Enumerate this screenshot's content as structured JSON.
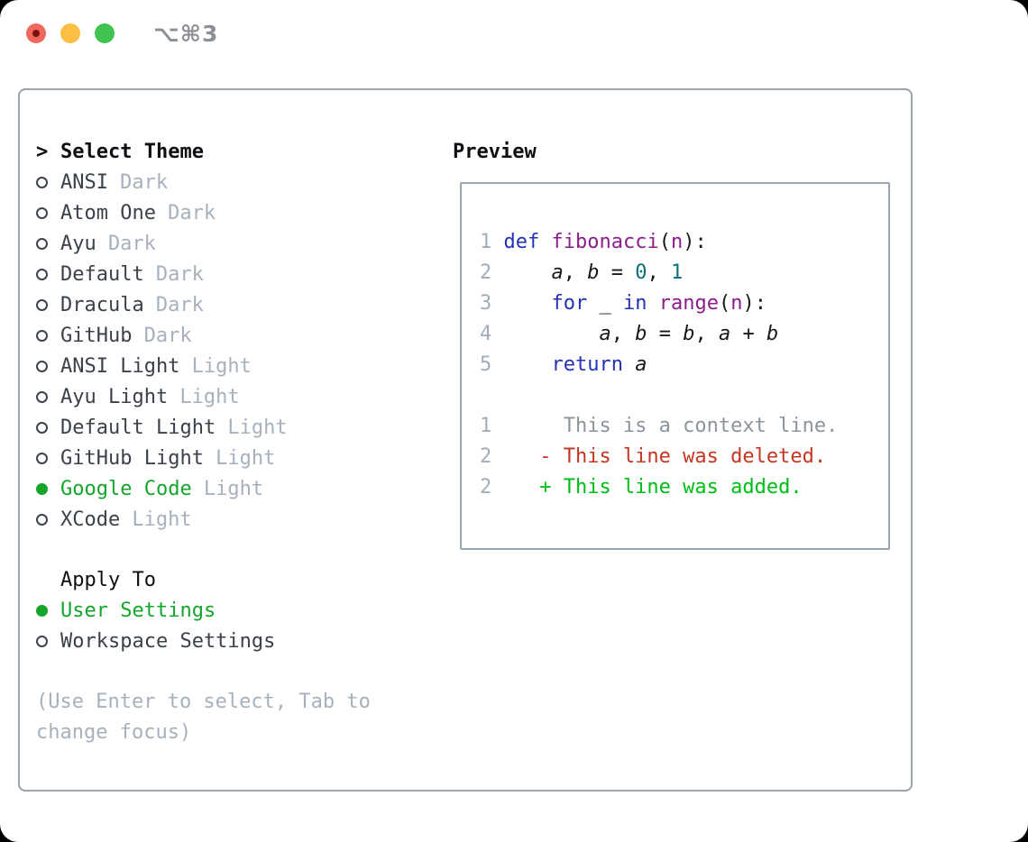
{
  "window": {
    "shortcut": "⌥⌘3"
  },
  "theme_selector": {
    "header_marker": ">",
    "header": "Select Theme",
    "items": [
      {
        "name": "ANSI",
        "variant": "Dark",
        "selected": false
      },
      {
        "name": "Atom One",
        "variant": "Dark",
        "selected": false
      },
      {
        "name": "Ayu",
        "variant": "Dark",
        "selected": false
      },
      {
        "name": "Default",
        "variant": "Dark",
        "selected": false
      },
      {
        "name": "Dracula",
        "variant": "Dark",
        "selected": false
      },
      {
        "name": "GitHub",
        "variant": "Dark",
        "selected": false
      },
      {
        "name": "ANSI Light",
        "variant": "Light",
        "selected": false
      },
      {
        "name": "Ayu Light",
        "variant": "Light",
        "selected": false
      },
      {
        "name": "Default Light",
        "variant": "Light",
        "selected": false
      },
      {
        "name": "GitHub Light",
        "variant": "Light",
        "selected": false
      },
      {
        "name": "Google Code",
        "variant": "Light",
        "selected": true
      },
      {
        "name": "XCode",
        "variant": "Light",
        "selected": false
      }
    ]
  },
  "apply_to": {
    "header": "Apply To",
    "options": [
      {
        "label": "User Settings",
        "selected": true
      },
      {
        "label": "Workspace Settings",
        "selected": false
      }
    ]
  },
  "hint_lines": [
    "(Use Enter to select, Tab to",
    "change focus)"
  ],
  "preview": {
    "title": "Preview",
    "lines": [
      {
        "num": "1",
        "kind": "code",
        "tokens": [
          [
            "kw",
            "def"
          ],
          [
            "pl",
            " "
          ],
          [
            "fn",
            "fibonacci"
          ],
          [
            "pl",
            "("
          ],
          [
            "fn",
            "n"
          ],
          [
            "pl",
            "):"
          ]
        ]
      },
      {
        "num": "2",
        "kind": "code",
        "tokens": [
          [
            "pl",
            "    "
          ],
          [
            "var",
            "a"
          ],
          [
            "pl",
            ", "
          ],
          [
            "var",
            "b"
          ],
          [
            "pl",
            " = "
          ],
          [
            "lit",
            "0"
          ],
          [
            "pl",
            ", "
          ],
          [
            "lit",
            "1"
          ]
        ]
      },
      {
        "num": "3",
        "kind": "code",
        "tokens": [
          [
            "pl",
            "    "
          ],
          [
            "kw",
            "for"
          ],
          [
            "pl",
            " _ "
          ],
          [
            "kw",
            "in"
          ],
          [
            "pl",
            " "
          ],
          [
            "fn",
            "range"
          ],
          [
            "pl",
            "("
          ],
          [
            "fn",
            "n"
          ],
          [
            "pl",
            "):"
          ]
        ]
      },
      {
        "num": "4",
        "kind": "code",
        "tokens": [
          [
            "pl",
            "        "
          ],
          [
            "var",
            "a"
          ],
          [
            "pl",
            ", "
          ],
          [
            "var",
            "b"
          ],
          [
            "pl",
            " = "
          ],
          [
            "var",
            "b"
          ],
          [
            "pl",
            ", "
          ],
          [
            "var",
            "a"
          ],
          [
            "pl",
            " + "
          ],
          [
            "var",
            "b"
          ]
        ]
      },
      {
        "num": "5",
        "kind": "code",
        "tokens": [
          [
            "pl",
            "    "
          ],
          [
            "kw",
            "return"
          ],
          [
            "pl",
            " "
          ],
          [
            "var",
            "a"
          ]
        ]
      },
      {
        "num": "",
        "kind": "blank",
        "tokens": []
      },
      {
        "num": "1",
        "kind": "context",
        "tokens": [
          [
            "ctx",
            "     This is a context line."
          ]
        ]
      },
      {
        "num": "2",
        "kind": "deleted",
        "tokens": [
          [
            "del",
            "   - This line was deleted."
          ]
        ]
      },
      {
        "num": "2",
        "kind": "added",
        "tokens": [
          [
            "add",
            "   + This line was added."
          ]
        ]
      }
    ]
  },
  "colors": {
    "accent-green": "#15a52d",
    "added-green": "#00bd16",
    "deleted-red": "#c5351f",
    "keyword-blue": "#2531b4",
    "function-purple": "#8b1e8b",
    "literal-teal": "#0e6e75",
    "pl": "#16181c",
    "text-dark": "#3b414a",
    "text-black": "#0d0f12",
    "text-dim": "#a7b1bd",
    "line-number-gray": "#a2adba",
    "context-gray": "#8c949c",
    "border-gray": "#9ba4ad",
    "traffic-red": "#f0685c",
    "traffic-red-dot": "#7c120d",
    "traffic-yellow": "#fbbf45",
    "traffic-green": "#3fc351"
  }
}
